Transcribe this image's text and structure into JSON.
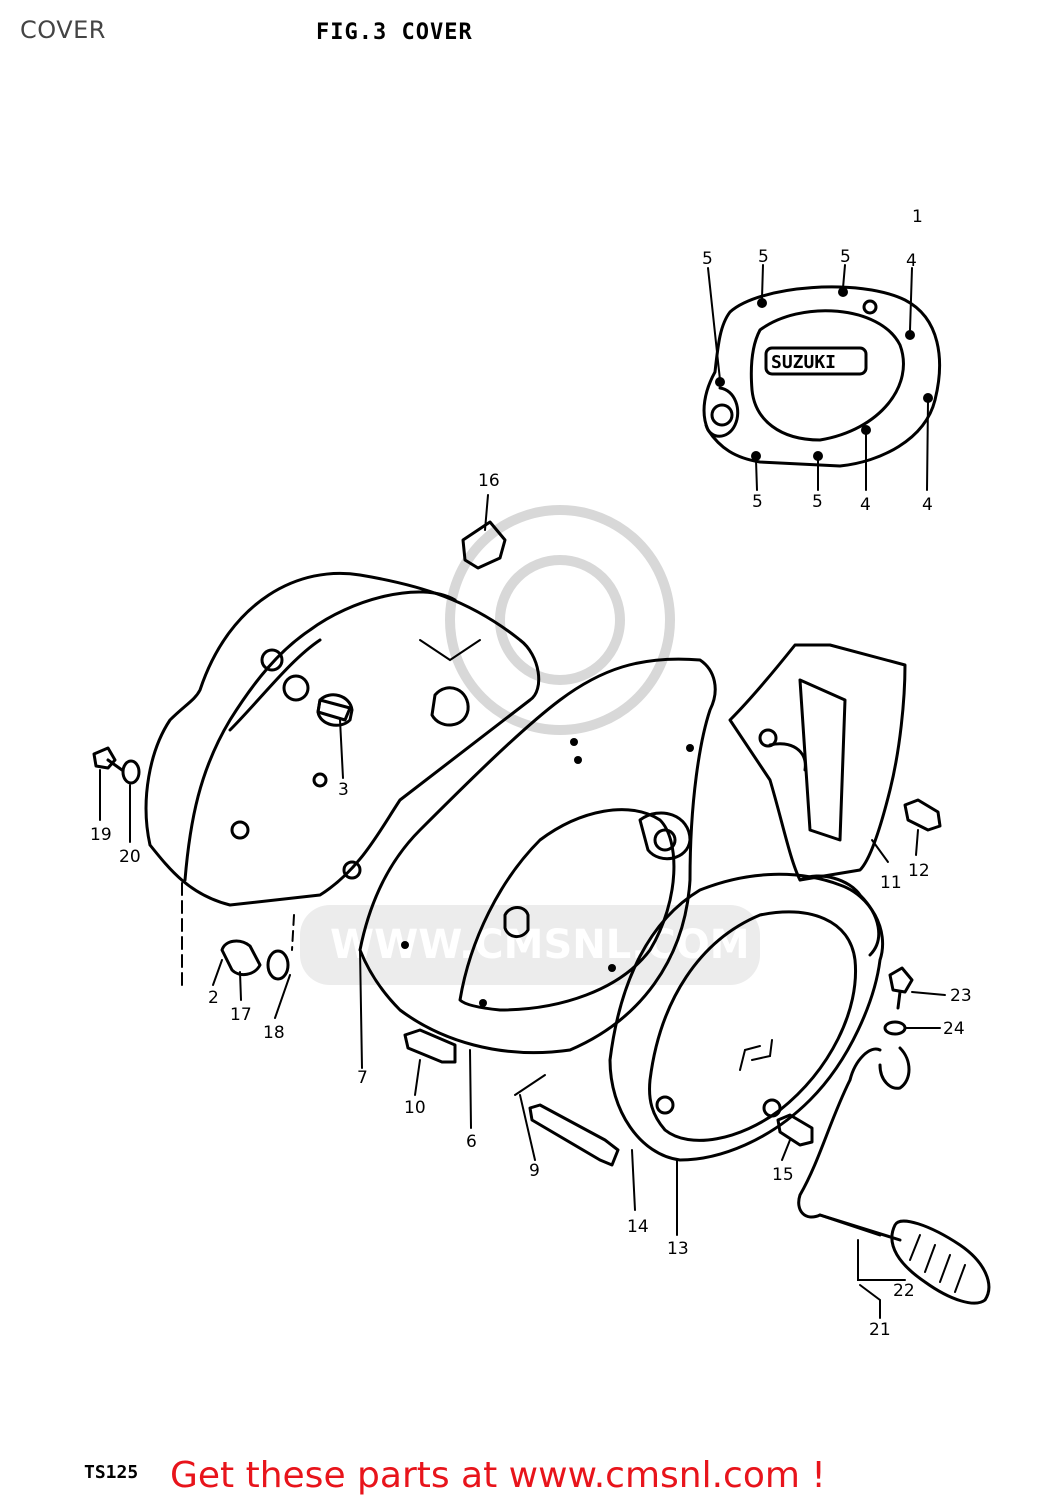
{
  "page": {
    "title": "COVER"
  },
  "figure": {
    "title": "FIG.3  COVER",
    "model": "TS125",
    "logo_text": "SUZUKI",
    "watermark_text": "WWW.CMSNL.COM"
  },
  "footer": {
    "link_text": "Get these parts at www.cmsnl.com !"
  },
  "callouts": [
    {
      "id": "c1",
      "label": "1"
    },
    {
      "id": "c2",
      "label": "2"
    },
    {
      "id": "c3",
      "label": "3"
    },
    {
      "id": "c4a",
      "label": "4"
    },
    {
      "id": "c4b",
      "label": "4"
    },
    {
      "id": "c4c",
      "label": "4"
    },
    {
      "id": "c5a",
      "label": "5"
    },
    {
      "id": "c5b",
      "label": "5"
    },
    {
      "id": "c5c",
      "label": "5"
    },
    {
      "id": "c5d",
      "label": "5"
    },
    {
      "id": "c5e",
      "label": "5"
    },
    {
      "id": "c6",
      "label": "6"
    },
    {
      "id": "c7",
      "label": "7"
    },
    {
      "id": "c9",
      "label": "9"
    },
    {
      "id": "c10",
      "label": "10"
    },
    {
      "id": "c11",
      "label": "11"
    },
    {
      "id": "c12",
      "label": "12"
    },
    {
      "id": "c13",
      "label": "13"
    },
    {
      "id": "c14",
      "label": "14"
    },
    {
      "id": "c15",
      "label": "15"
    },
    {
      "id": "c16",
      "label": "16"
    },
    {
      "id": "c17",
      "label": "17"
    },
    {
      "id": "c18",
      "label": "18"
    },
    {
      "id": "c19",
      "label": "19"
    },
    {
      "id": "c20",
      "label": "20"
    },
    {
      "id": "c21",
      "label": "21"
    },
    {
      "id": "c22",
      "label": "22"
    },
    {
      "id": "c23",
      "label": "23"
    },
    {
      "id": "c24",
      "label": "24"
    }
  ]
}
